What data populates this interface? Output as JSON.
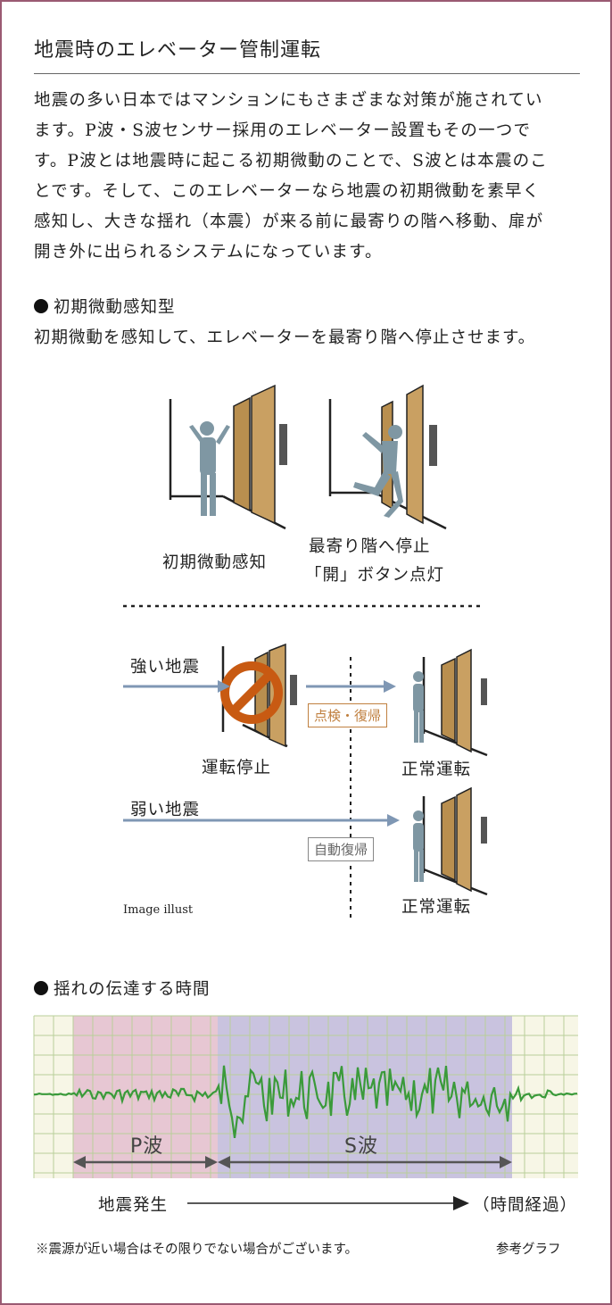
{
  "title": "地震時のエレベーター管制運転",
  "intro": [
    "地震の多い日本ではマンションにもさまざまな対策が施されてい",
    "ます。P波・S波センサー採用のエレベーター設置もその一つで",
    "す。P波とは地震時に起こる初期微動のことで、S波とは本震のこ",
    "とです。そして、このエレベーターなら地震の初期微動を素早く",
    "感知し、大きな揺れ（本震）が来る前に最寄りの階へ移動、扉が",
    "開き外に出られるシステムになっています。"
  ],
  "section1": {
    "heading": "初期微動感知型",
    "description": "初期微動を感知して、エレベーターを最寄り階へ停止させます。",
    "caption_left": "初期微動感知",
    "caption_right_line1": "最寄り階へ停止",
    "caption_right_line2": "「開」ボタン点灯",
    "strong_quake": "強い地震",
    "stop_label": "運転停止",
    "inspect_label": "点検・復帰",
    "normal_label_1": "正常運転",
    "weak_quake": "弱い地震",
    "auto_label": "自動復帰",
    "normal_label_2": "正常運転",
    "image_note": "Image illust"
  },
  "section2": {
    "heading": "揺れの伝達する時間",
    "p_wave": "P波",
    "s_wave": "S波",
    "start_label": "地震発生",
    "time_label": "（時間経過）"
  },
  "footnote": "※震源が近い場合はその限りでない場合がございます。",
  "reference": "参考グラフ",
  "colors": {
    "border": "#9a5a72",
    "arrow_blue": "#7f97b4",
    "figure": "#7f97a3",
    "door_gold": "#b98f4f",
    "stop_orange": "#c85a12",
    "inspect_orange": "#c08040",
    "grid_green": "#b9cf9a",
    "wave_green": "#3a9a3a",
    "p_zone_pink": "#e7c7d3",
    "s_zone_violet": "#c9c3df"
  }
}
